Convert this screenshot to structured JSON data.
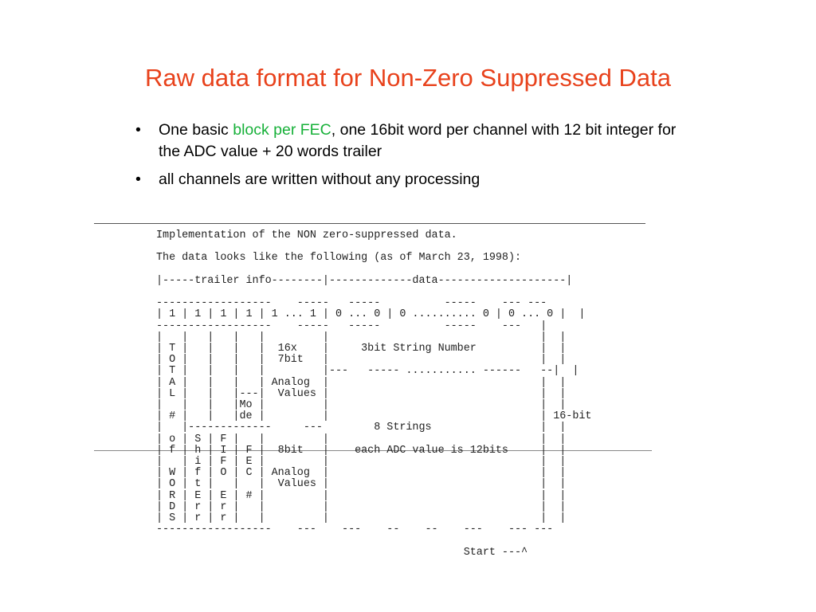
{
  "colors": {
    "title": "#e8421c",
    "highlight": "#18b13a",
    "text": "#000000",
    "scan_text": "#222222"
  },
  "slide": {
    "title": "Raw data format for Non-Zero Suppressed Data",
    "bullets": [
      {
        "prefix": "One basic ",
        "highlight": "block per FEC",
        "suffix": ", one 16bit word per channel with 12 bit integer for the ADC value + 20 words trailer"
      },
      {
        "prefix": "all channels are written without any processing",
        "highlight": "",
        "suffix": ""
      }
    ]
  },
  "figure": {
    "text": "Implementation of the NON zero-suppressed data.\n\nThe data looks like the following (as of March 23, 1998):\n\n|-----trailer info--------|-------------data--------------------|\n\n------------------    -----   -----          -----    --- ---\n| 1 | 1 | 1 | 1 | 1 ... 1 | 0 ... 0 | 0 .......... 0 | 0 ... 0 |  |\n------------------    -----   -----          -----    ---   |\n|   |   |   |   |         |                                 |  |\n| T |   |   |   |  16x    |     3bit String Number          |  |\n| O |   |   |   |  7bit   |                                 |  |\n| T |   |   |   |         |---   ----- ........... ------   --|  |\n| A |   |   |   | Analog  |                                 |  |\n| L |   |   |---|  Values |                                 |  |\n|   |   |   |Mo |         |                                 |  |\n| # |   |   |de |         |                                 | 16-bit\n|   |-------------     ---        8 Strings                 |  |\n| o | S | F |   |         |                                 |  |\n| f | h | I | F |  8bit   |    each ADC value is 12bits     |  |\n|   | i | F | E |         |                                 |  |\n| W | f | O | C | Analog  |                                 |  |\n| O | t |   |   |  Values |                                 |  |\n| R | E | E | # |         |                                 |  |\n| D | r | r |   |         |                                 |  |\n| S | r | r |   |         |                                 |  |\n------------------    ---    ---    --    --    ---    --- ---\n\n                                                Start ---^"
  }
}
